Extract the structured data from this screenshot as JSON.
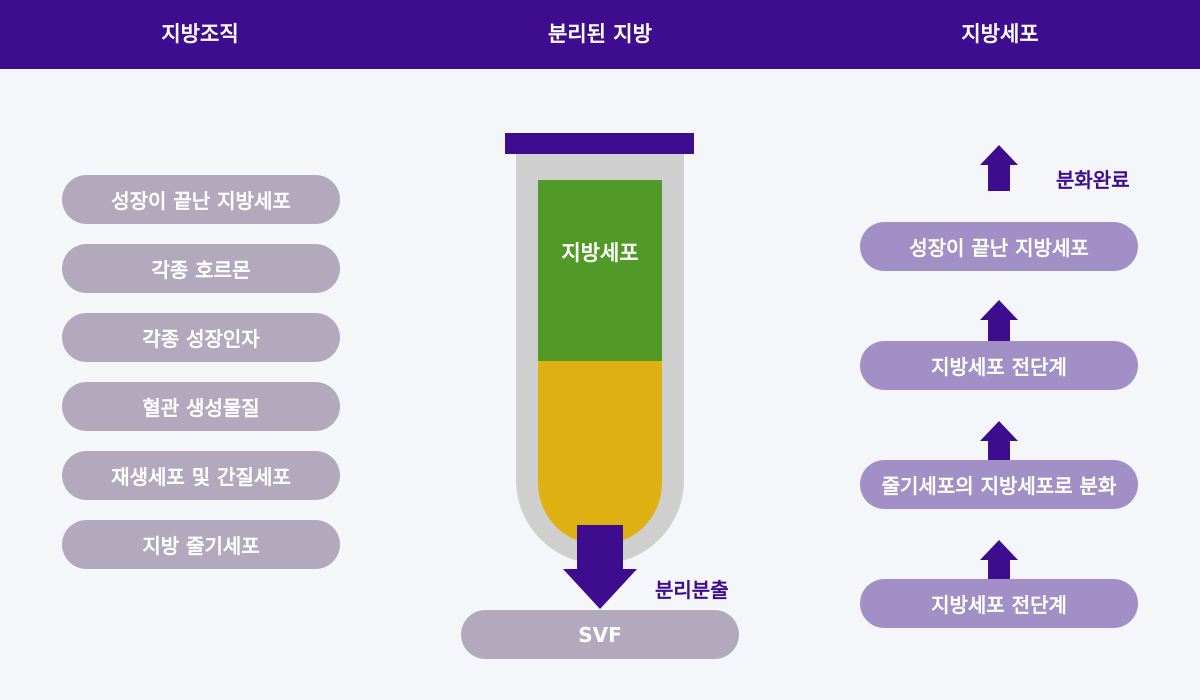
{
  "header": {
    "col1": "지방조직",
    "col2": "분리된 지방",
    "col3": "지방세포"
  },
  "left_list": [
    "성장이 끝난 지방세포",
    "각종 호르몬",
    "각종 성장인자",
    "혈관 생성물질",
    "재생세포 및 간질세포",
    "지방 줄기세포"
  ],
  "tube": {
    "top_layer": "지방세포",
    "extract_label": "분리분출",
    "bottom_pill": "SVF"
  },
  "right_flow": {
    "done_label": "분화완료",
    "steps": [
      "성장이 끝난 지방세포",
      "지방세포 전단계",
      "줄기세포의 지방세포로 분화",
      "지방세포 전단계"
    ]
  },
  "colors": {
    "header": "#3e0d8f",
    "grey_pill": "#b3a9bd",
    "purple_pill": "#a28fc6",
    "green_layer": "#529a28",
    "yellow_layer": "#dfb012",
    "arrow": "#3e0d8f"
  }
}
